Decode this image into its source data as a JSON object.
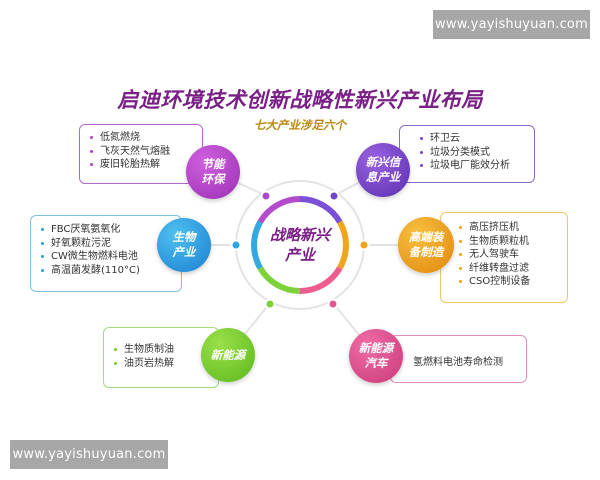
{
  "watermarks": {
    "top_right": "www.yayishuyuan.com",
    "bottom_left": "www.yayishuyuan.com"
  },
  "header": {
    "title": "启迪环境技术创新战略性新兴产业布局",
    "subtitle": "七大产业涉足六个"
  },
  "center": {
    "label": "战略新兴\n产业",
    "ring_colors": [
      "#a14bd0",
      "#7b4fd6",
      "#f0a51c",
      "#ec5d8e",
      "#7dd13a",
      "#34a9e0"
    ]
  },
  "industries": [
    {
      "id": "energy-saving",
      "name": "节能\n环保",
      "color": "#b044c8",
      "items": [
        "低氮燃烧",
        "飞灰天然气熔融",
        "废旧轮胎热解"
      ]
    },
    {
      "id": "info",
      "name": "新兴信\n息产业",
      "color": "#7446c9",
      "items": [
        "环卫云",
        "垃圾分类模式",
        "垃圾电厂能效分析"
      ]
    },
    {
      "id": "bio",
      "name": "生物\n产业",
      "color": "#2a9be0",
      "items": [
        "FBC厌氧氨氧化",
        "好氧颗粒污泥",
        "CW微生物燃料电池",
        "高温菌发酵(110°C)"
      ]
    },
    {
      "id": "equipment",
      "name": "高端装\n备制造",
      "color": "#f0a018",
      "items": [
        "高压挤压机",
        "生物质颗粒机",
        "无人驾驶车",
        "纤维转盘过滤",
        "CSO控制设备"
      ]
    },
    {
      "id": "new-energy",
      "name": "新能源",
      "color": "#74cc2a",
      "items": [
        "生物质制油",
        "油页岩热解"
      ]
    },
    {
      "id": "nev",
      "name": "新能源\n汽车",
      "color": "#e2508a",
      "items": [
        "氢燃料电池寿命检测"
      ]
    }
  ]
}
